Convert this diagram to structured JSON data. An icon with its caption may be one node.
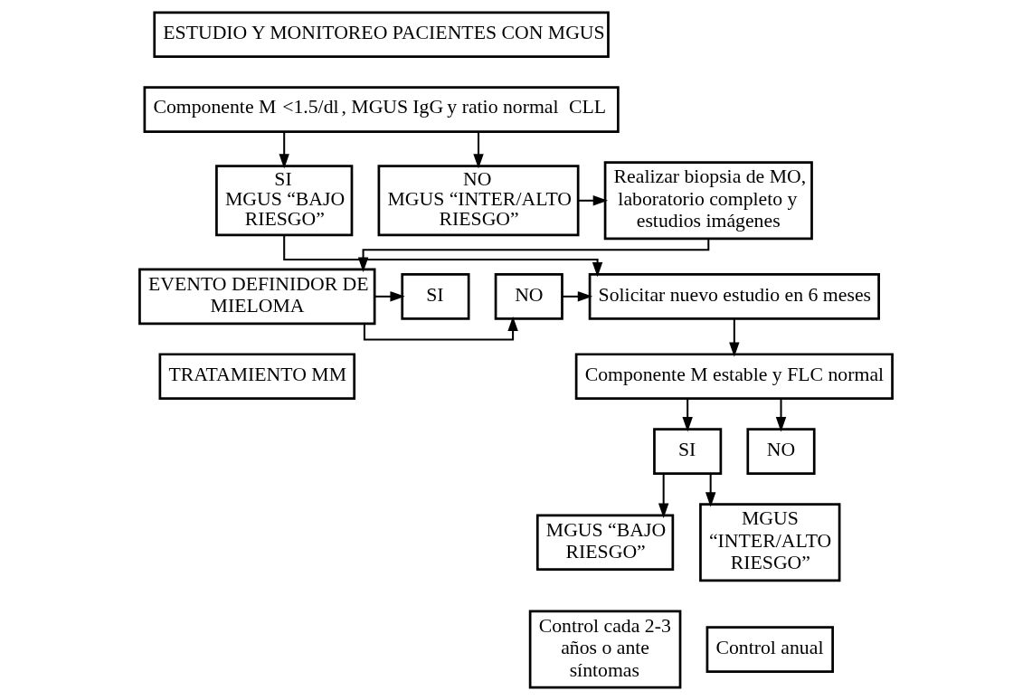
{
  "diagram": {
    "nodes": [
      {
        "text": [
          "ESTUDIO Y MONITOREO PACIENTES CON MGUS"
        ]
      },
      {
        "text": [
          "Componente M **<1.5/dl**, MGUS **IgG** y ratio normal **CLL**"
        ]
      },
      {
        "text": [
          "SI",
          "MGUS “BAJO RIESGO”"
        ]
      },
      {
        "text": [
          "NO",
          "MGUS “INTER/ALTO RIESGO”"
        ]
      },
      {
        "text": [
          "Realizar biopsia de MO, laboratorio completo y estudios imágenes"
        ]
      },
      {
        "text": [
          "EVENTO DEFINIDOR DE MIELOMA"
        ]
      },
      {
        "text": [
          "NO"
        ]
      },
      {
        "text": [
          "SI"
        ]
      },
      {
        "text": [
          "Solicitar nuevo estudio en 6 meses"
        ]
      },
      {
        "text": [
          "Componente M estable y FLC normal"
        ]
      },
      {
        "text": [
          "SI"
        ]
      },
      {
        "text": [
          "NO"
        ]
      },
      {
        "text": [
          "MGUS “BAJO RIESGO”"
        ]
      },
      {
        "text": [
          "MGUS “INTER/ALTO RIESGO”"
        ]
      },
      {
        "text": [
          "Control cada 2-3 años o ante síntomas"
        ]
      },
      {
        "text": [
          "Control anual"
        ]
      },
      {
        "text": [
          "TRATAMIENTO MM"
        ]
      }
    ],
    "edges": [
      {
        "from": 1,
        "to": 2,
        "arrow": "to"
      },
      {
        "from": 1,
        "to": 3,
        "arrow": "to"
      },
      {
        "from": 3,
        "to": 4,
        "arrow": "to"
      },
      {
        "from": 4,
        "to": 5,
        "arrow": "to"
      },
      {
        "from": 5,
        "to": 6,
        "arrow": "to"
      },
      {
        "from": 6,
        "to": 8,
        "arrow": "to"
      },
      {
        "from": 5,
        "to": 7,
        "arrow": "to"
      },
      {
        "from": 2,
        "to": 8,
        "arrow": "to"
      },
      {
        "from": 8,
        "to": 9,
        "arrow": "to"
      },
      {
        "from": 9,
        "to": 10,
        "arrow": "to"
      },
      {
        "from": 9,
        "to": 11,
        "arrow": "to"
      },
      {
        "from": 10,
        "to": 12,
        "arrow": "to"
      },
      {
        "from": 10,
        "to": 13,
        "arrow": "to"
      }
    ]
  }
}
